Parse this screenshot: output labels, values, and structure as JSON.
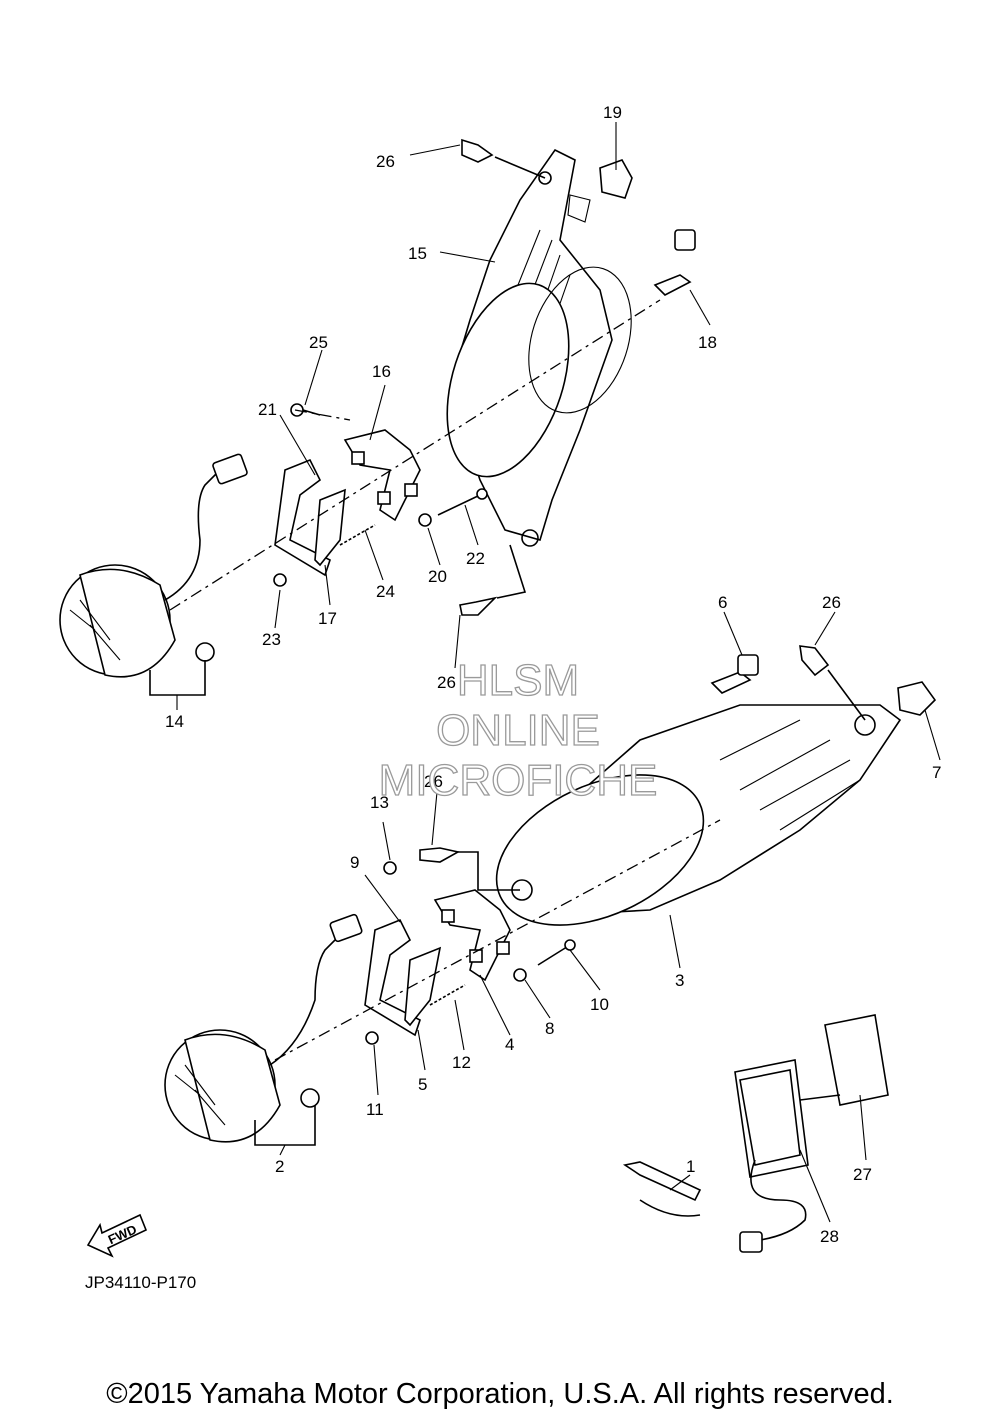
{
  "labels": {
    "l1": "1",
    "l2": "2",
    "l3": "3",
    "l4": "4",
    "l5": "5",
    "l6": "6",
    "l7": "7",
    "l8": "8",
    "l9": "9",
    "l10": "10",
    "l11": "11",
    "l12": "12",
    "l13": "13",
    "l14": "14",
    "l15": "15",
    "l16": "16",
    "l17": "17",
    "l18": "18",
    "l19": "19",
    "l20": "20",
    "l21": "21",
    "l22": "22",
    "l23": "23",
    "l24": "24",
    "l25": "25",
    "l26a": "26",
    "l26b": "26",
    "l26c": "26",
    "l26d": "26",
    "l27": "27",
    "l28": "28"
  },
  "watermark": {
    "line1": "HLSM",
    "line2": "ONLINE",
    "line3": "MICROFICHE"
  },
  "fwd_arrow": "FWD",
  "diagram_code": "JP34110-P170",
  "copyright": "©2015 Yamaha Motor Corporation, U.S.A. All rights reserved."
}
